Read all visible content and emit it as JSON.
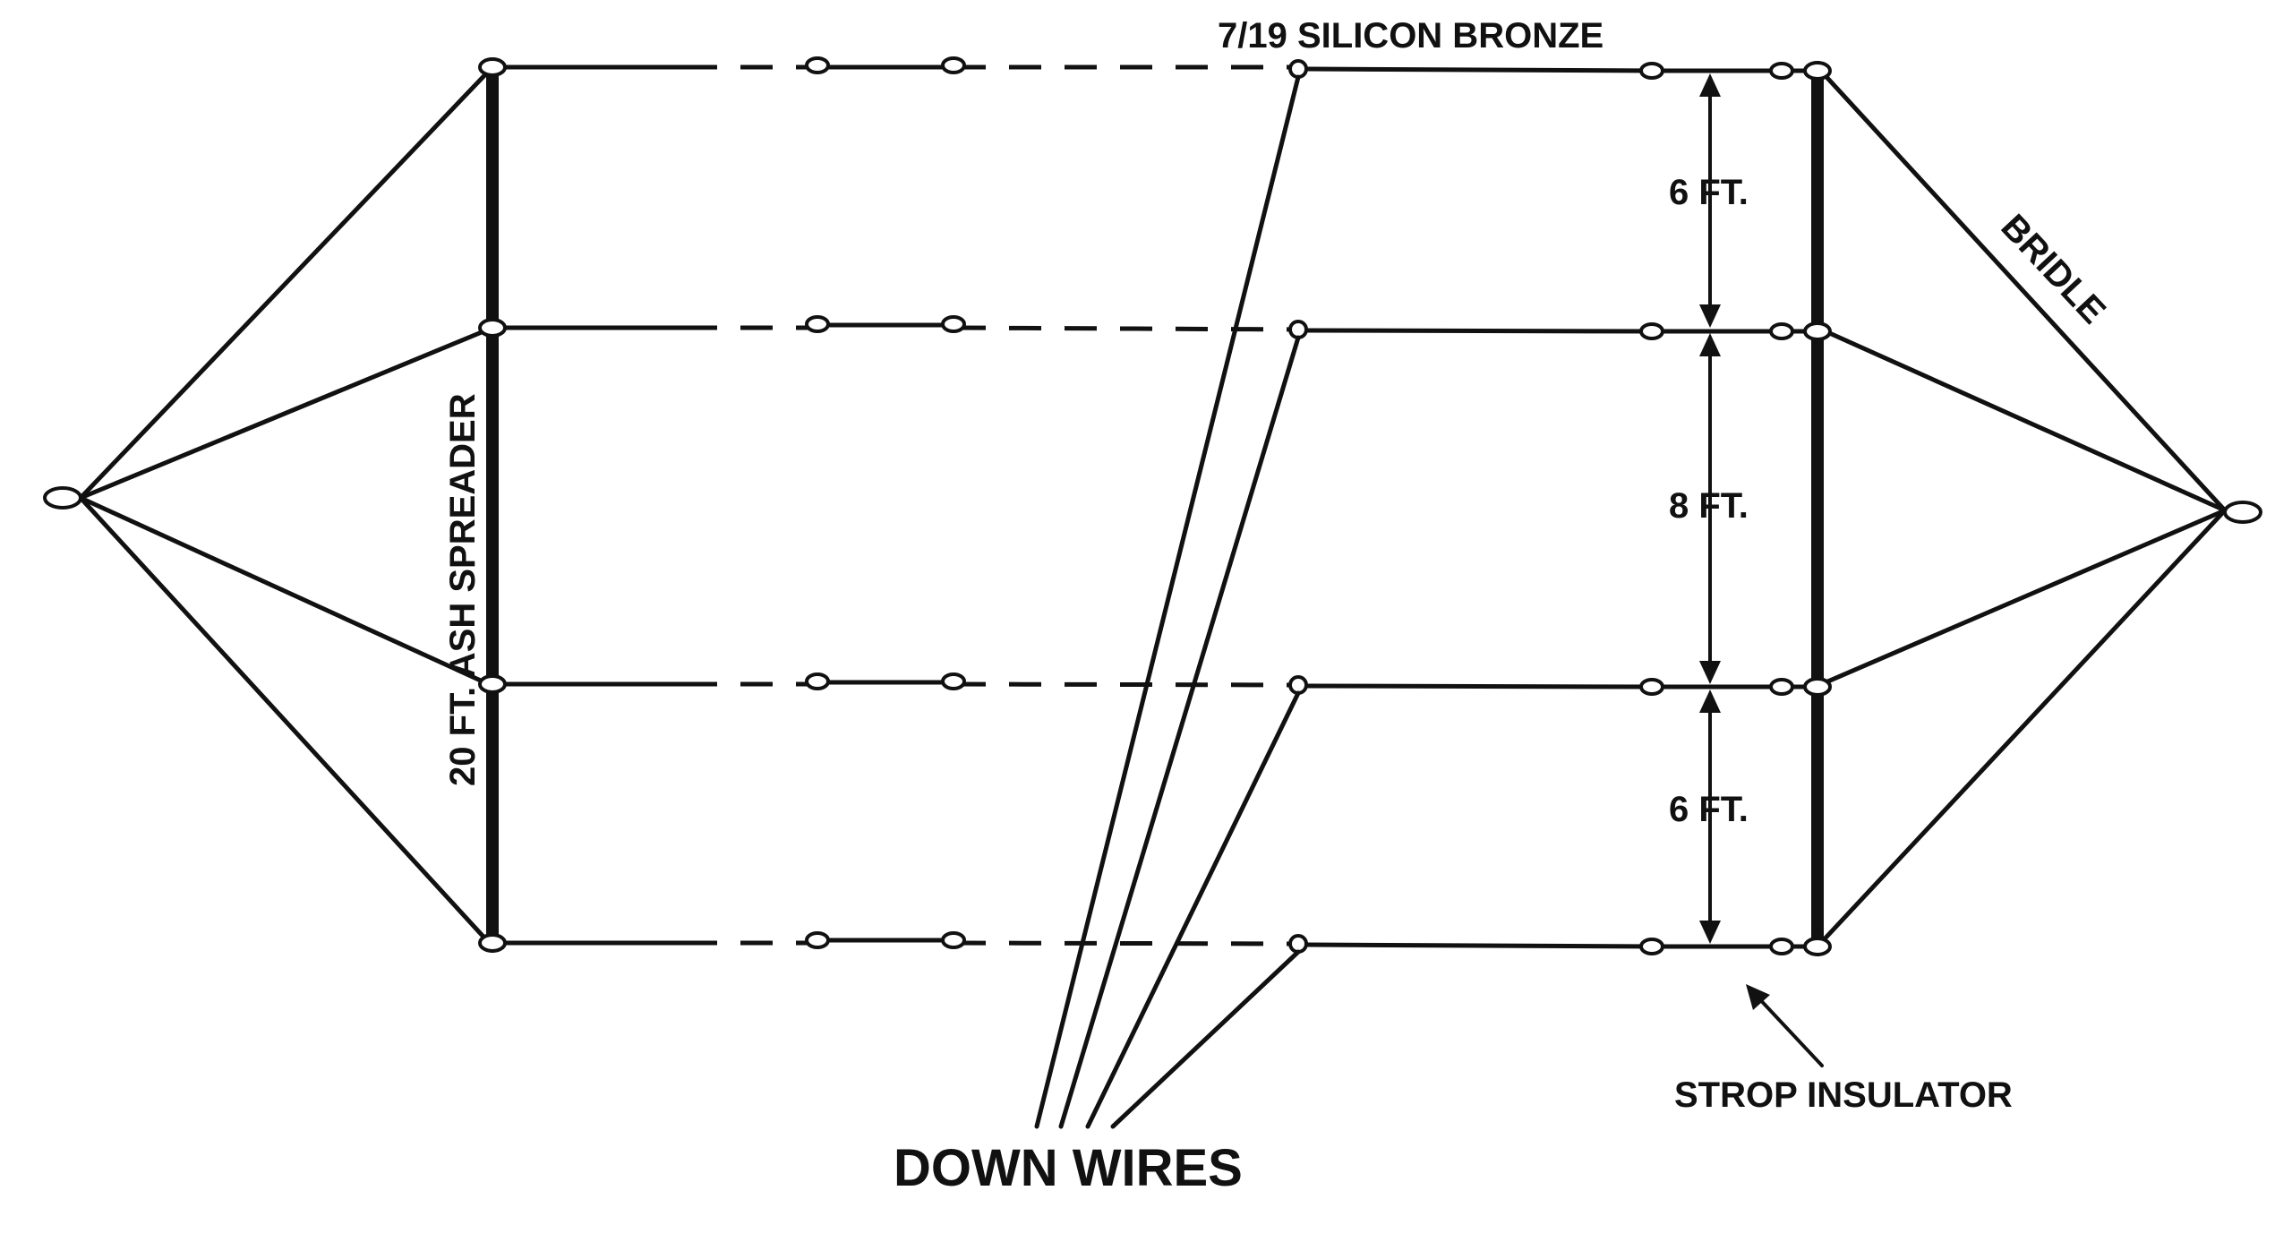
{
  "labels": {
    "conductor": "7/19 SILICON BRONZE",
    "spreader": "20 FT. ASH SPREADER",
    "bridle": "BRIDLE",
    "spacing_top": "6 FT.",
    "spacing_middle": "8 FT.",
    "spacing_bottom": "6 FT.",
    "strop_insulator": "STROP INSULATOR",
    "down_wires": "DOWN WIRES"
  }
}
